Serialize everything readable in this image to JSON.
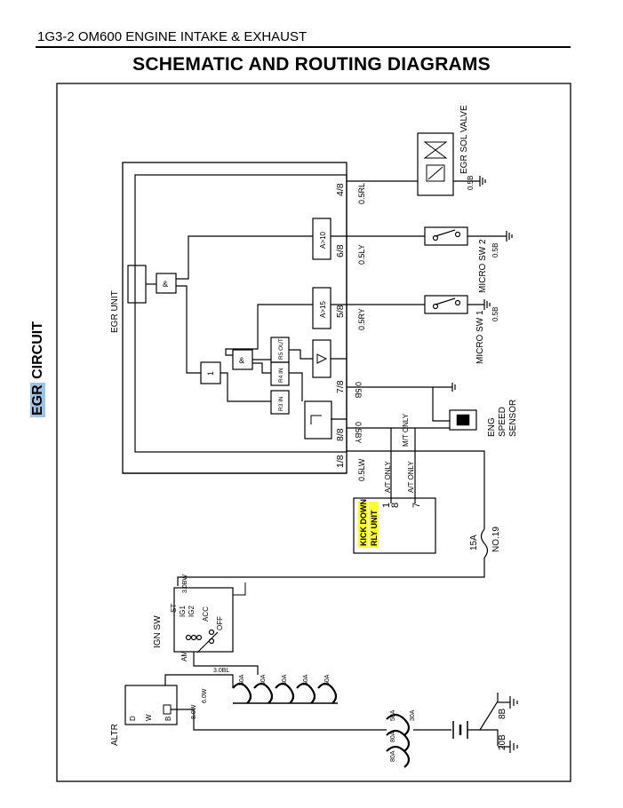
{
  "header": {
    "section_ref": "1G3-2",
    "section_title": "OM600 ENGINE INTAKE & EXHAUST"
  },
  "page_title": "SCHEMATIC AND ROUTING DIAGRAMS",
  "side_label": {
    "highlight": "EGR",
    "rest": " CIRCUIT"
  },
  "diagram": {
    "egr_unit": {
      "label": "EGR UNIT",
      "pins": [
        "4/8",
        "6/8",
        "5/8",
        "7/8",
        "8/8",
        "1/8"
      ],
      "blocks": {
        "rpm_10": "A>10",
        "rpm_15": "A>15",
        "and_gate": "&",
        "inverter": "1",
        "relay_r5_out": "R5 OUT",
        "relay_r4_in": "R4 IN",
        "relay_r3_in": "R3 IN"
      }
    },
    "wires": {
      "pin4": "0.5RL",
      "pin6": "0.5LY",
      "pin5": "0.5RY",
      "pin7": "0.5B",
      "pin8": "0.5BY",
      "pin1": "0.5LW",
      "egr_valve_ground": "0.5B",
      "micro_sw2_ground": "0.5B",
      "micro_sw1_ground": "0.5B",
      "at_only_1": "A/T ONLY",
      "at_only_2": "A/T ONLY",
      "mt_only": "M/T ONLY",
      "ign_st": "3.0BW",
      "ign_am": "3.0BL",
      "altr_b": "8.0W",
      "altr_b2": "6.0W"
    },
    "components": {
      "egr_sol_valve": "EGR SOL VALVE",
      "micro_sw2": "MICRO SW 2",
      "micro_sw1": "MICRO SW 1",
      "eng_speed_sensor": [
        "ENG",
        "SPEED",
        "SENSOR"
      ],
      "kick_down_relay": [
        "KICK DOWN",
        "RLY UNIT"
      ],
      "kick_down_pins": [
        "1",
        "8",
        "7"
      ],
      "fuse_15a": "15A",
      "fuse_no19": "NO.19",
      "ign_sw": "IGN SW",
      "ign_positions": [
        "ST",
        "IG1",
        "IG2",
        "ACC",
        "OFF",
        "AM"
      ],
      "alternator": "ALTR",
      "alternator_terminals": [
        "D",
        "W",
        "B"
      ],
      "fusible_links": [
        "50A",
        "30A",
        "30A",
        "50A",
        "50A",
        "50A",
        "30A",
        "80A",
        "80A"
      ],
      "ground_8b": "8B",
      "ground_20b": "20B"
    }
  }
}
